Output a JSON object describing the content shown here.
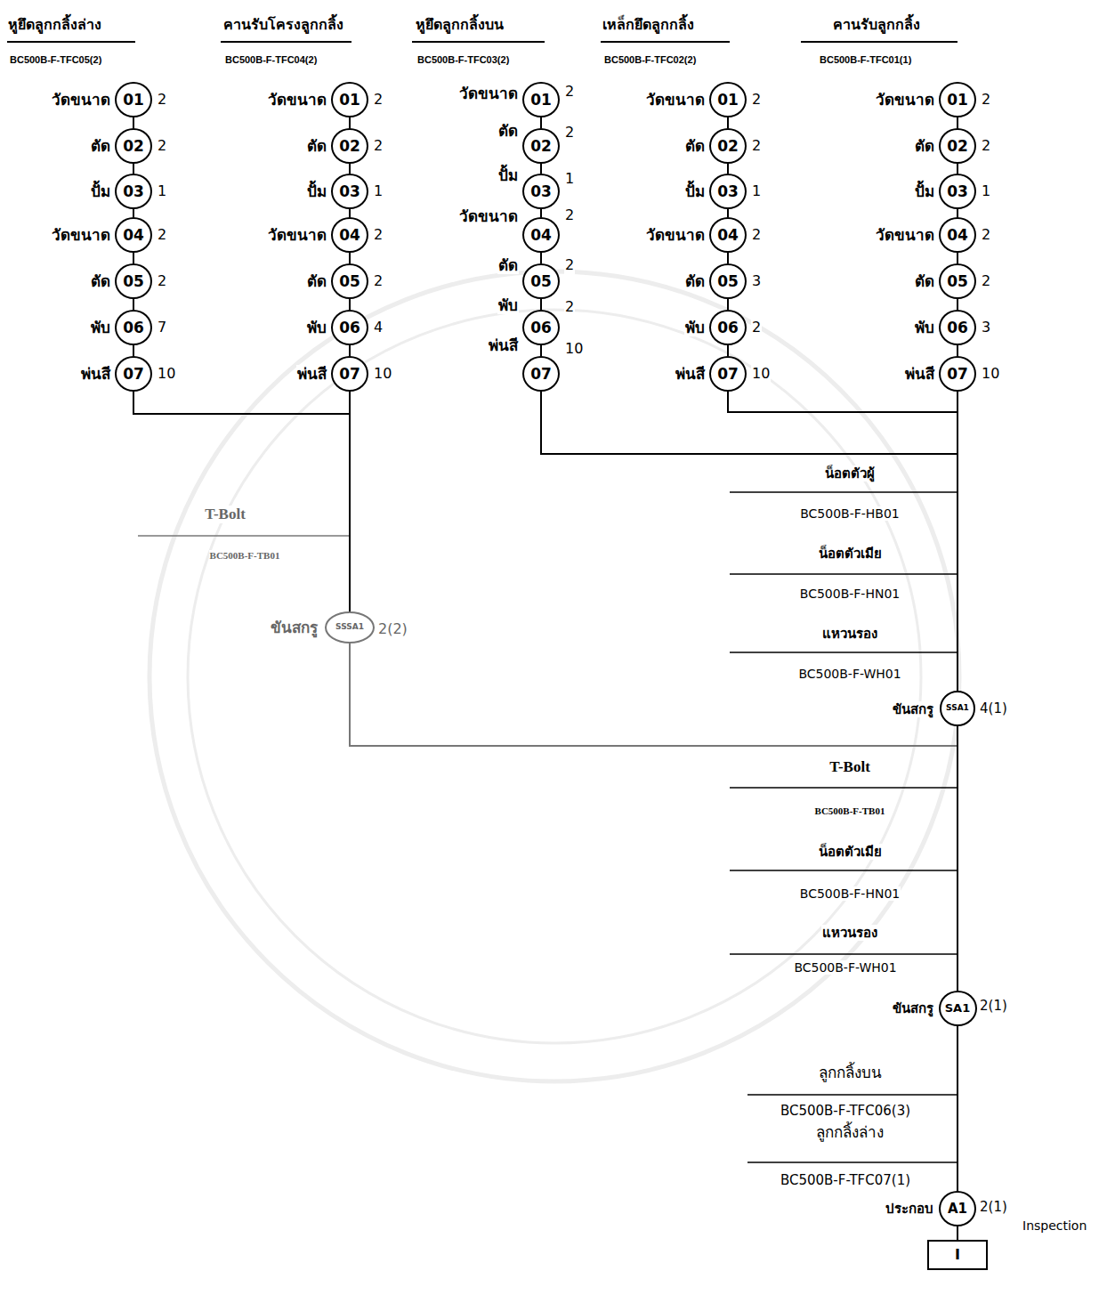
{
  "diagram": {
    "nodes": [
      {
        "text": [
          "01"
        ]
      },
      {
        "text": [
          "02"
        ]
      },
      {
        "text": [
          "03"
        ]
      },
      {
        "text": [
          "04"
        ]
      },
      {
        "text": [
          "05"
        ]
      },
      {
        "text": [
          "06"
        ]
      },
      {
        "text": [
          "07"
        ]
      },
      {
        "text": [
          "01"
        ]
      },
      {
        "text": [
          "02"
        ]
      },
      {
        "text": [
          "03"
        ]
      },
      {
        "text": [
          "04"
        ]
      },
      {
        "text": [
          "05"
        ]
      },
      {
        "text": [
          "06"
        ]
      },
      {
        "text": [
          "07"
        ]
      },
      {
        "text": [
          "01"
        ]
      },
      {
        "text": [
          "02"
        ]
      },
      {
        "text": [
          "03"
        ]
      },
      {
        "text": [
          "04"
        ]
      },
      {
        "text": [
          "05"
        ]
      },
      {
        "text": [
          "06"
        ]
      },
      {
        "text": [
          "07"
        ]
      },
      {
        "text": [
          "01"
        ]
      },
      {
        "text": [
          "02"
        ]
      },
      {
        "text": [
          "03"
        ]
      },
      {
        "text": [
          "04"
        ]
      },
      {
        "text": [
          "05"
        ]
      },
      {
        "text": [
          "06"
        ]
      },
      {
        "text": [
          "07"
        ]
      },
      {
        "text": [
          "01"
        ]
      },
      {
        "text": [
          "02"
        ]
      },
      {
        "text": [
          "03"
        ]
      },
      {
        "text": [
          "04"
        ]
      },
      {
        "text": [
          "05"
        ]
      },
      {
        "text": [
          "06"
        ]
      },
      {
        "text": [
          "07"
        ]
      },
      {
        "text": [
          "SSSA1"
        ]
      },
      {
        "text": [
          "SSA1"
        ]
      },
      {
        "text": [
          "SA1"
        ]
      },
      {
        "text": [
          "A1"
        ]
      },
      {
        "text": [
          "I"
        ]
      }
    ],
    "edges": [
      {
        "from": 0,
        "to": 1,
        "arrow": "none"
      },
      {
        "from": 1,
        "to": 2,
        "arrow": "none"
      },
      {
        "from": 2,
        "to": 3,
        "arrow": "none"
      },
      {
        "from": 3,
        "to": 4,
        "arrow": "none"
      },
      {
        "from": 4,
        "to": 5,
        "arrow": "none"
      },
      {
        "from": 5,
        "to": 6,
        "arrow": "none"
      },
      {
        "from": 7,
        "to": 8,
        "arrow": "none"
      },
      {
        "from": 8,
        "to": 9,
        "arrow": "none"
      },
      {
        "from": 9,
        "to": 10,
        "arrow": "none"
      },
      {
        "from": 10,
        "to": 11,
        "arrow": "none"
      },
      {
        "from": 11,
        "to": 12,
        "arrow": "none"
      },
      {
        "from": 12,
        "to": 13,
        "arrow": "none"
      },
      {
        "from": 14,
        "to": 15,
        "arrow": "none"
      },
      {
        "from": 15,
        "to": 16,
        "arrow": "none"
      },
      {
        "from": 16,
        "to": 17,
        "arrow": "none"
      },
      {
        "from": 17,
        "to": 18,
        "arrow": "none"
      },
      {
        "from": 18,
        "to": 19,
        "arrow": "none"
      },
      {
        "from": 19,
        "to": 20,
        "arrow": "none"
      },
      {
        "from": 21,
        "to": 22,
        "arrow": "none"
      },
      {
        "from": 22,
        "to": 23,
        "arrow": "none"
      },
      {
        "from": 23,
        "to": 24,
        "arrow": "none"
      },
      {
        "from": 24,
        "to": 25,
        "arrow": "none"
      },
      {
        "from": 25,
        "to": 26,
        "arrow": "none"
      },
      {
        "from": 26,
        "to": 27,
        "arrow": "none"
      },
      {
        "from": 28,
        "to": 29,
        "arrow": "none"
      },
      {
        "from": 29,
        "to": 30,
        "arrow": "none"
      },
      {
        "from": 30,
        "to": 31,
        "arrow": "none"
      },
      {
        "from": 31,
        "to": 32,
        "arrow": "none"
      },
      {
        "from": 32,
        "to": 33,
        "arrow": "none"
      },
      {
        "from": 33,
        "to": 34,
        "arrow": "none"
      },
      {
        "from": 6,
        "to": 35,
        "arrow": "none"
      },
      {
        "from": 13,
        "to": 35,
        "arrow": "none"
      },
      {
        "from": 20,
        "to": 36,
        "arrow": "none"
      },
      {
        "from": 27,
        "to": 36,
        "arrow": "none"
      },
      {
        "from": 34,
        "to": 36,
        "arrow": "none"
      },
      {
        "from": 35,
        "to": 37,
        "arrow": "none"
      },
      {
        "from": 36,
        "to": 37,
        "arrow": "none"
      },
      {
        "from": 37,
        "to": 38,
        "arrow": "none"
      },
      {
        "from": 38,
        "to": 39,
        "arrow": "none"
      }
    ],
    "labels": [
      "หูยึดลูกกลิ้งล่าง",
      "BC500B-F-TFC05(2)",
      "คานรับโครงลูกกลิ้ง",
      "BC500B-F-TFC04(2)",
      "หูยึดลูกกลิ้งบน",
      "BC500B-F-TFC03(2)",
      "เหล็กยึดลูกกลิ้ง",
      "BC500B-F-TFC02(2)",
      "คานรับลูกกลิ้ง",
      "BC500B-F-TFC01(1)",
      "วัดขนาด",
      "2",
      "ตัด",
      "2",
      "ปั้ม",
      "1",
      "วัดขนาด",
      "2",
      "ตัด",
      "2",
      "พับ",
      "7",
      "พ่นสี",
      "10",
      "วัดขนาด",
      "2",
      "ตัด",
      "2",
      "ปั้ม",
      "1",
      "วัดขนาด",
      "2",
      "ตัด",
      "2",
      "พับ",
      "4",
      "พ่นสี",
      "10",
      "วัดขนาด",
      "2",
      "ตัด",
      "2",
      "ปั้ม",
      "1",
      "วัดขนาด",
      "2",
      "ตัด",
      "2",
      "พับ",
      "2",
      "พ่นสี",
      "10",
      "วัดขนาด",
      "2",
      "ตัด",
      "2",
      "ปั้ม",
      "1",
      "วัดขนาด",
      "2",
      "ตัด",
      "3",
      "พับ",
      "2",
      "พ่นสี",
      "10",
      "วัดขนาด",
      "2",
      "ตัด",
      "2",
      "ปั้ม",
      "1",
      "วัดขนาด",
      "2",
      "ตัด",
      "2",
      "พับ",
      "3",
      "พ่นสี",
      "10",
      "T-Bolt",
      "BC500B-F-TB01",
      "ขันสกรู",
      "2(2)",
      "น็อตตัวผู้",
      "BC500B-F-HB01",
      "น็อตตัวเมีย",
      "BC500B-F-HN01",
      "แหวนรอง",
      "BC500B-F-WH01",
      "ขันสกรู",
      "4(1)",
      "T-Bolt",
      "BC500B-F-TB01",
      "น็อตตัวเมีย",
      "BC500B-F-HN01",
      "แหวนรอง",
      "BC500B-F-WH01",
      "ขันสกรู",
      "2(1)",
      "ลูกกลิ้งบน",
      "BC500B-F-TFC06(3)",
      "ลูกกลิ้งล่าง",
      "BC500B-F-TFC07(1)",
      "ประกอบ",
      "2(1)",
      "Inspection"
    ]
  }
}
